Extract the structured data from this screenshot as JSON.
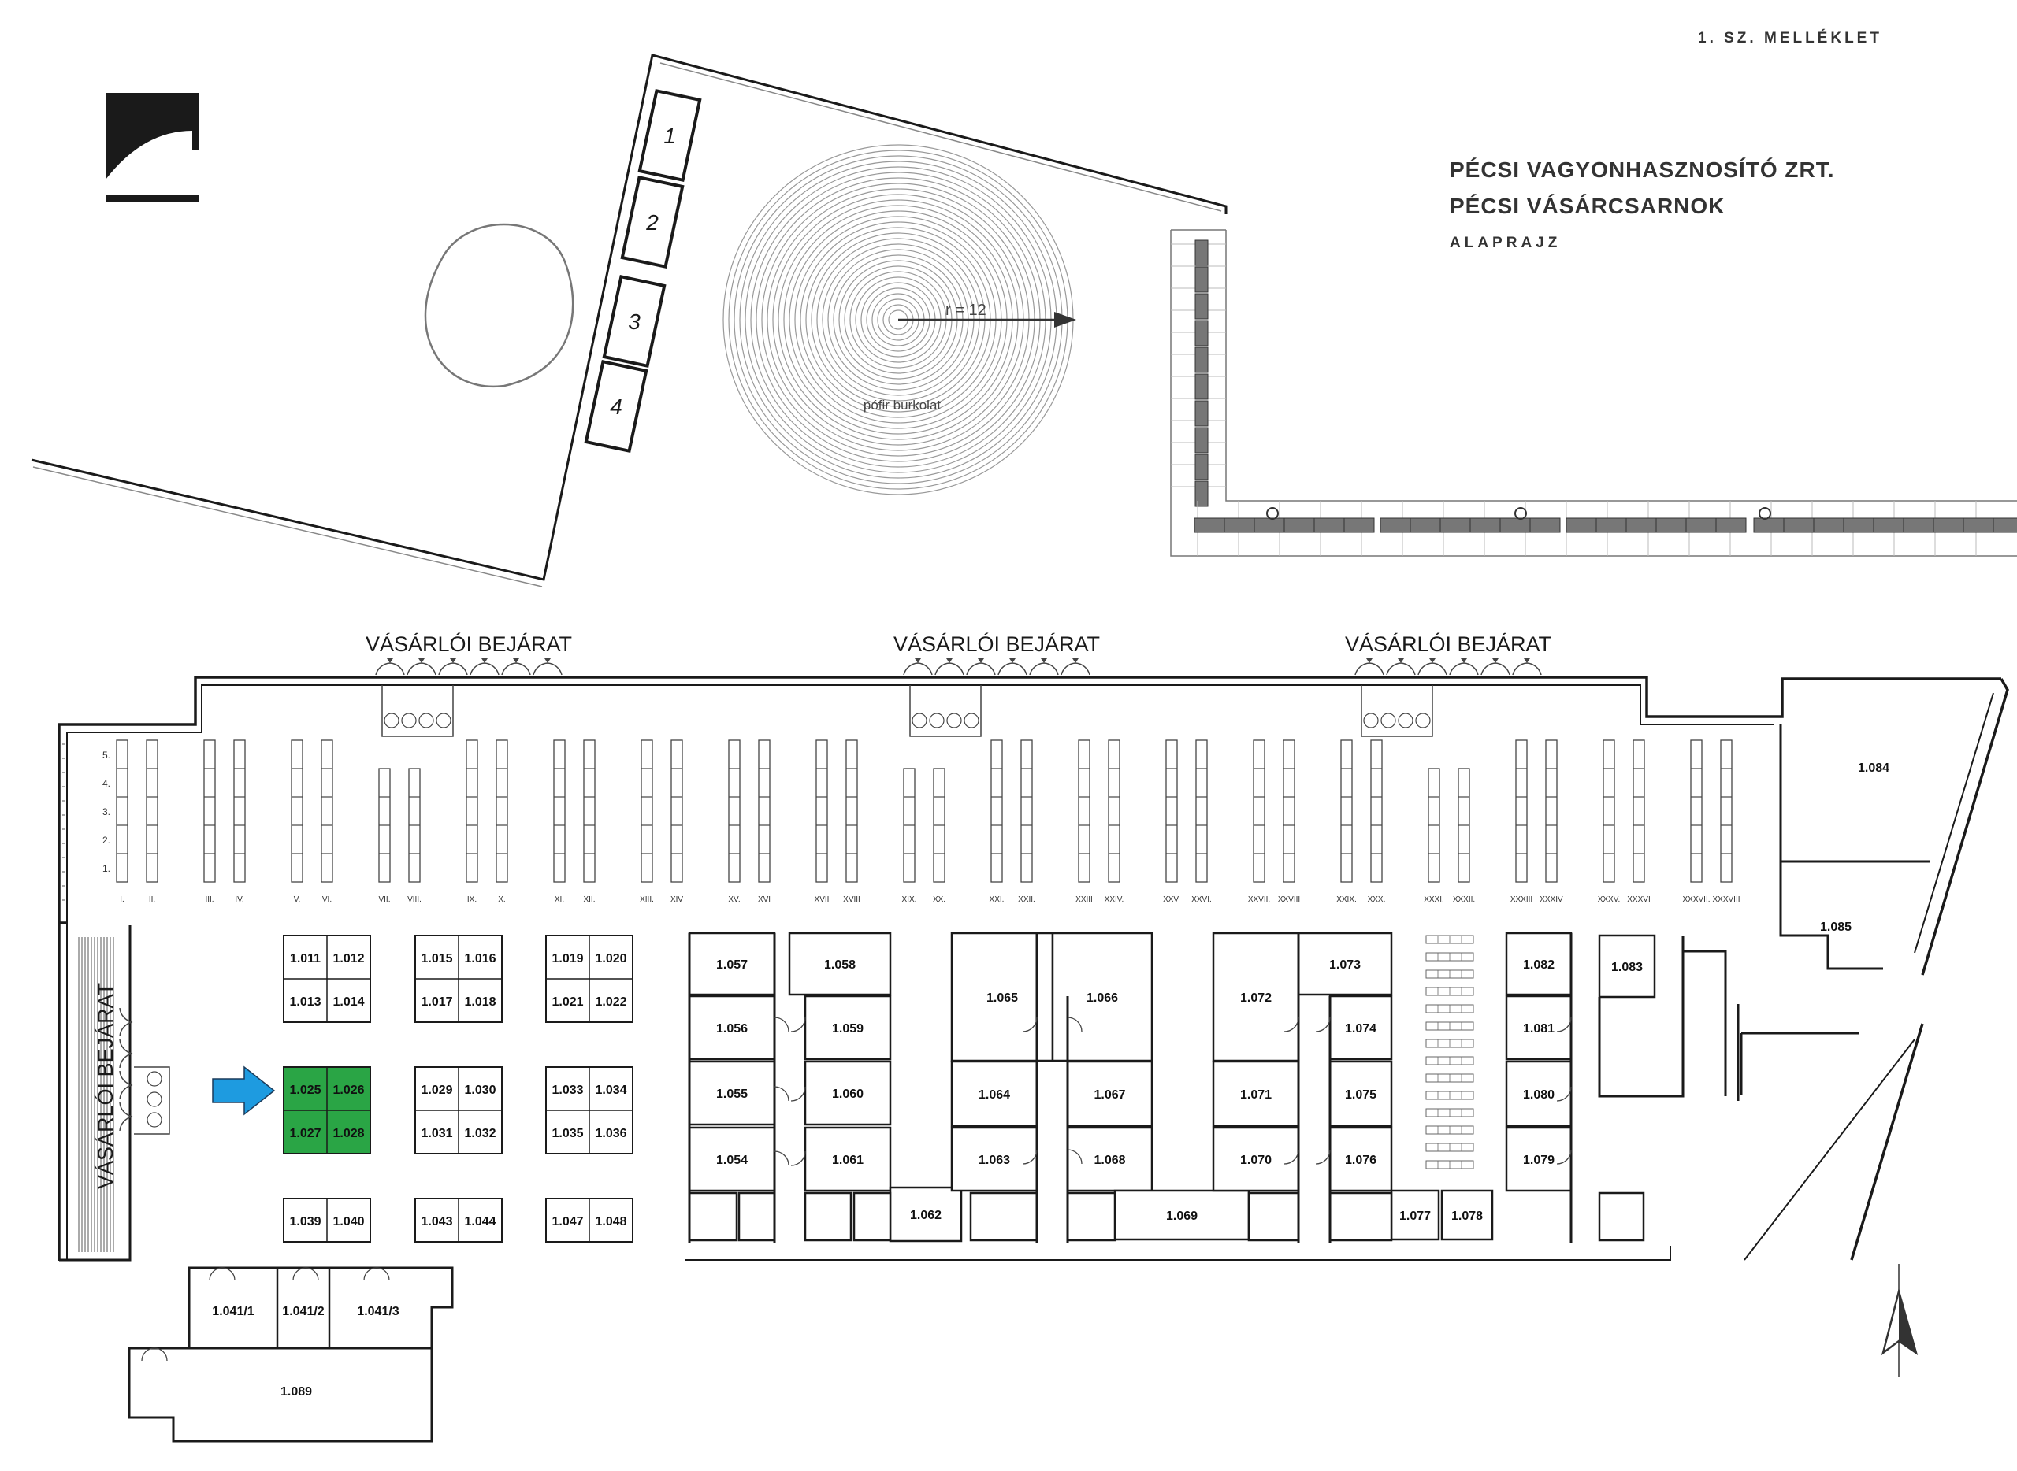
{
  "header": {
    "annex": "1. SZ. MELLÉKLET",
    "company": "PÉCSI VAGYONHASZNOSÍTÓ ZRT.",
    "building": "PÉCSI VÁSÁRCSARNOK",
    "subtitle": "ALAPRAJZ"
  },
  "logo": {
    "name": "company-logo-icon"
  },
  "parking": {
    "labels": [
      "1",
      "2",
      "3",
      "4"
    ]
  },
  "plaza": {
    "radius_label": "r = 12",
    "surface_label": "pófir burkolat"
  },
  "entrances": {
    "top": [
      "VÁSÁRLÓI BEJÁRAT",
      "VÁSÁRLÓI BEJÁRAT",
      "VÁSÁRLÓI BEJÁRAT"
    ],
    "side": "VÁSÁRLÓI BEJÁRAT"
  },
  "stall_rows": [
    "5.",
    "4.",
    "3.",
    "2.",
    "1."
  ],
  "stall_columns": [
    "I.",
    "II.",
    "III.",
    "IV.",
    "V.",
    "VI.",
    "VII.",
    "VIII.",
    "IX.",
    "X.",
    "XI.",
    "XII.",
    "XIII.",
    "XIV",
    "XV.",
    "XVI",
    "XVII",
    "XVIII",
    "XIX.",
    "XX.",
    "XXI.",
    "XXII.",
    "XXIII",
    "XXIV.",
    "XXV.",
    "XXVI.",
    "XXVII.",
    "XXVIII",
    "XXIX.",
    "XXX.",
    "XXXI.",
    "XXXII.",
    "XXXIII",
    "XXXIV",
    "XXXV.",
    "XXXVI",
    "XXXVII.",
    "XXXVIII"
  ],
  "kiosk_blocks": [
    [
      "1.011",
      "1.012",
      "1.013",
      "1.014"
    ],
    [
      "1.015",
      "1.016",
      "1.017",
      "1.018"
    ],
    [
      "1.019",
      "1.020",
      "1.021",
      "1.022"
    ],
    [
      "1.025",
      "1.026",
      "1.027",
      "1.028"
    ],
    [
      "1.029",
      "1.030",
      "1.031",
      "1.032"
    ],
    [
      "1.033",
      "1.034",
      "1.035",
      "1.036"
    ],
    [
      "1.039",
      "1.040"
    ],
    [
      "1.043",
      "1.044"
    ],
    [
      "1.047",
      "1.048"
    ]
  ],
  "highlight": {
    "block": "1.025",
    "color": "#2aa545",
    "arrow_color": "#1e9be0"
  },
  "rooms": [
    "1.057",
    "1.058",
    "1.056",
    "1.059",
    "1.055",
    "1.060",
    "1.054",
    "1.061",
    "1.062",
    "1.065",
    "1.066",
    "1.064",
    "1.067",
    "1.063",
    "1.068",
    "1.069",
    "1.072",
    "1.073",
    "1.074",
    "1.071",
    "1.075",
    "1.070",
    "1.076",
    "1.077",
    "1.078",
    "1.082",
    "1.081",
    "1.080",
    "1.079",
    "1.083",
    "1.084",
    "1.085"
  ],
  "annex_rooms": [
    "1.041/1",
    "1.041/2",
    "1.041/3",
    "1.089"
  ]
}
